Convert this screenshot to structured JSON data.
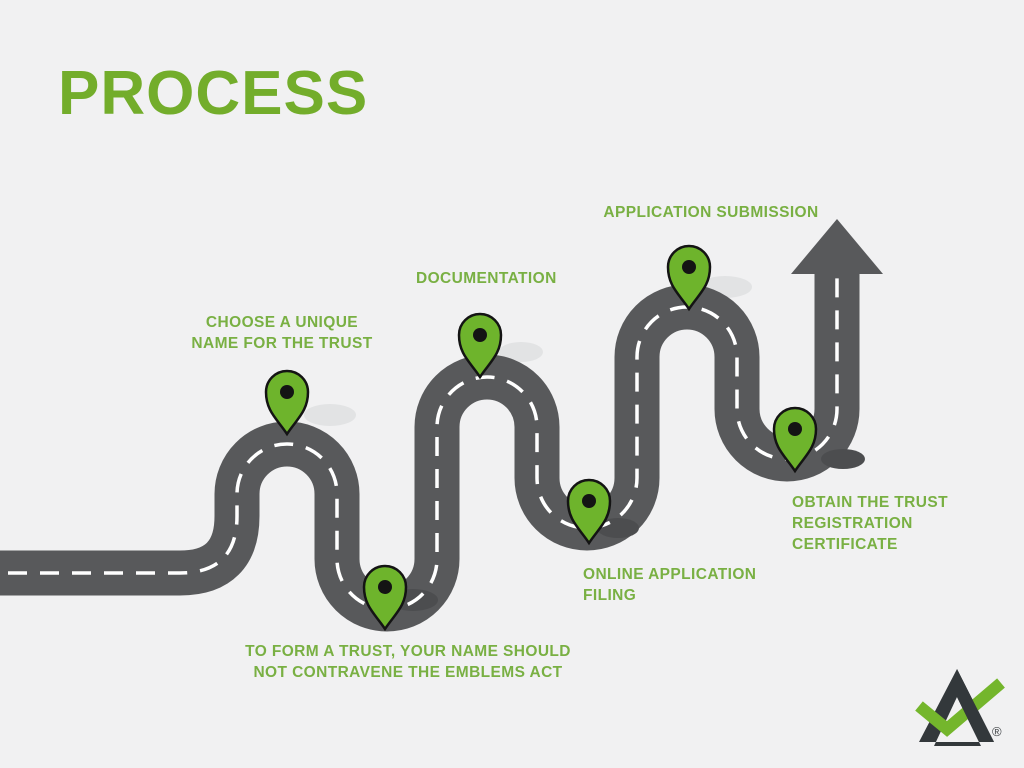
{
  "title": {
    "text": "PROCESS"
  },
  "steps": [
    {
      "id": 1,
      "label": "CHOOSE A UNIQUE NAME FOR THE TRUST",
      "lines": [
        "CHOOSE A UNIQUE",
        "NAME FOR THE TRUST"
      ]
    },
    {
      "id": 2,
      "label": "TO FORM A TRUST, YOUR NAME SHOULD NOT CONTRAVENE THE EMBLEMS ACT",
      "lines": [
        "TO FORM A TRUST, YOUR NAME SHOULD",
        "NOT CONTRAVENE THE EMBLEMS ACT"
      ]
    },
    {
      "id": 3,
      "label": "DOCUMENTATION",
      "lines": [
        "DOCUMENTATION"
      ]
    },
    {
      "id": 4,
      "label": "ONLINE APPLICATION FILING",
      "lines": [
        "ONLINE APPLICATION",
        "FILING"
      ]
    },
    {
      "id": 5,
      "label": "APPLICATION SUBMISSION",
      "lines": [
        "APPLICATION SUBMISSION"
      ]
    },
    {
      "id": 6,
      "label": "OBTAIN THE TRUST REGISTRATION CERTIFICATE",
      "lines": [
        "OBTAIN THE TRUST",
        "REGISTRATION",
        "CERTIFICATE"
      ]
    }
  ],
  "icons": {
    "map_pin": "map-pin-icon",
    "arrow_up": "arrow-up-icon",
    "logo_checkmark": "checkmark-logo-icon"
  },
  "colors": {
    "background": "#f1f1f2",
    "title_green": "#73ad2b",
    "label_green": "#79b043",
    "road_gray": "#58595b",
    "dash_white": "#ffffff",
    "pin_green": "#6eb42c",
    "pin_outline": "#141414",
    "shadow_light": "#e2e3e4",
    "shadow_dark": "#4c4d4f",
    "logo_dark": "#33383b",
    "logo_green": "#74b62c"
  },
  "logo": {
    "registered_mark": "®"
  }
}
